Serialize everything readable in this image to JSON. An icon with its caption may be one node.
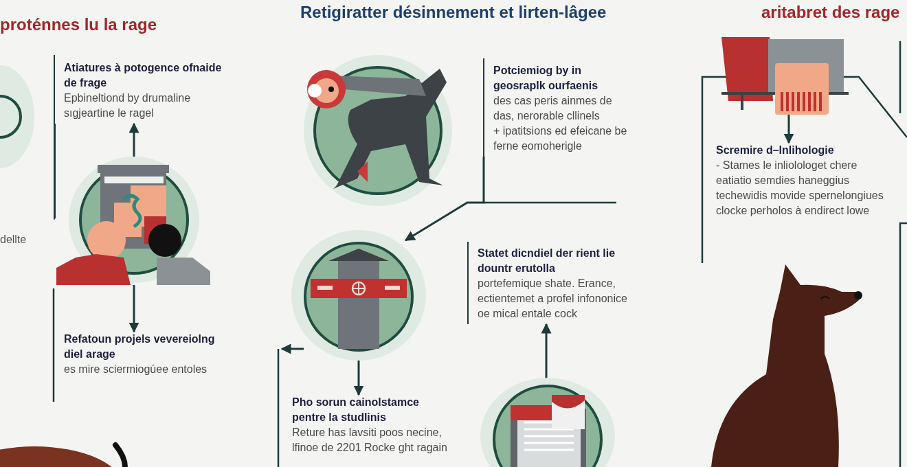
{
  "diagram": {
    "title": "Retigiratter désinnement et lirten-lâgee",
    "nodes": [
      {
        "text": [
          "Atiatures à potogence ofnaide de frage",
          "Epbineltiond by drumaline sıgjeartine le ragel"
        ]
      },
      {
        "text": [],
        "shape": "picture"
      },
      {
        "text": [
          "Refatoun projels vevereiolng diel arage",
          "es mire sciermiogúee entoles"
        ]
      },
      {
        "text": [
          "Potciemiog by in geosraplk ourfaenis",
          "des cas peris ainmes de das, nerorable cllinels",
          "+ ipatitsions ed efeicane be ferne eomoherigle"
        ]
      },
      {
        "text": [],
        "shape": "picture"
      },
      {
        "text": [
          "Pho sorun cainolstamce pentre la studlinis",
          "Reture has lavsiti poos necine, lfinoe de 2201 Rocke ght ragain"
        ]
      },
      {
        "text": [
          "Statet dicndiel der rient lie dountr erutolla",
          "portefemique shate. Erance, ectientemet a profel infononice oe mical entale cock"
        ]
      },
      {
        "text": [],
        "shape": "picture"
      },
      {
        "text": [],
        "shape": "picture"
      },
      {
        "text": [
          "Scremire d–lnlihologie",
          "- Stames le inliolologet chere eatiatio semdies haneggius techewidis movide spernelongiues clocke perholos à endirect lowe"
        ]
      }
    ],
    "edges": [
      {
        "from": 1,
        "to": 0,
        "arrow": "to"
      },
      {
        "from": 0,
        "to": 1,
        "arrow": "none"
      },
      {
        "from": 1,
        "to": 2,
        "arrow": "to"
      },
      {
        "from": 3,
        "to": 4,
        "arrow": "to"
      },
      {
        "from": 4,
        "to": 5,
        "arrow": "to"
      },
      {
        "from": 4,
        "to": null,
        "arrow": "to"
      },
      {
        "from": 7,
        "to": 6,
        "arrow": "to"
      },
      {
        "from": 8,
        "to": 9,
        "arrow": "to"
      }
    ],
    "labels": [
      "proténnes lu la rage",
      "aritabret des rage",
      "dellte"
    ]
  }
}
